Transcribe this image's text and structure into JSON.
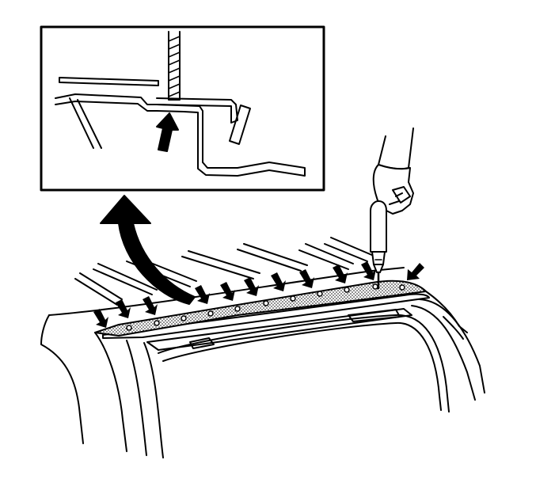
{
  "figure": {
    "label_text": "",
    "colors": {
      "ink": "#000000",
      "paper": "#ffffff",
      "sealer_dots": "#9a9a9a"
    },
    "icons": [
      "magnified-detail-inset",
      "curved-callout-arrow",
      "detail-pointer-arrow",
      "weld-location-arrow",
      "hand-icon",
      "drill-tool-icon"
    ],
    "weld_location_arrow_count": 12,
    "roof_bow_count": 7
  }
}
